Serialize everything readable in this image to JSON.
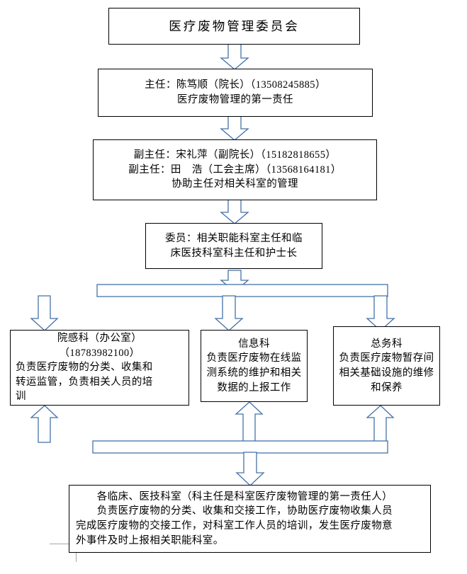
{
  "document": {
    "title": "医疗废物管理委员会组织架构图",
    "accent_color": "#4472a8",
    "box_border_color": "#000000",
    "background_color": "#ffffff"
  },
  "nodes": {
    "committee": {
      "name": "医疗废物管理委员会",
      "lines": [
        "医疗废物管理委员会"
      ]
    },
    "director": {
      "lines": [
        "主任：陈笃顺（院长）（13508245885）",
        "医疗废物管理的第一责任"
      ],
      "role": "主任",
      "person": "陈笃顺",
      "position": "院长",
      "phone": "13508245885"
    },
    "deputy_directors": {
      "lines": [
        "副主任：宋礼萍（副院长）（15182818655）",
        "副主任：田　浩（工会主席）（13568164181）",
        "协助主任对相关科室的管理"
      ],
      "people": [
        {
          "role": "副主任",
          "person": "宋礼萍",
          "position": "副院长",
          "phone": "15182818655"
        },
        {
          "role": "副主任",
          "person": "田　浩",
          "position": "工会主席",
          "phone": "13568164181"
        }
      ],
      "duty": "协助主任对相关科室的管理"
    },
    "members": {
      "lines": [
        "委员：相关职能科室主任和临",
        "床医技科室科主任和护士长"
      ]
    },
    "infection_control": {
      "lines": [
        "院感科（办公室）",
        "（18783982100）",
        "负责医疗废物的分类、收集和",
        "转运监管，负责相关人员的培",
        "训"
      ],
      "department": "院感科（办公室）",
      "phone": "18783982100"
    },
    "information": {
      "lines": [
        "信息科",
        "负责医疗废物在线监",
        "测系统的维护和相关",
        "数据的上报工作"
      ],
      "department": "信息科"
    },
    "general_affairs": {
      "lines": [
        "总务科",
        "负责医疗废物暂存间",
        "相关基础设施的维修",
        "和保养"
      ],
      "department": "总务科"
    },
    "clinical_departments": {
      "lines": [
        "　　各临床、医技科室（科主任是科室医疗废物管理的第一责任人）",
        "　　负责医疗废物的分类、收集和交接工作，协助医疗废物收集人员",
        "完成医疗废物的交接工作，对科室工作人员的培训，发生医疗废物意",
        "外事件及时上报相关职能科室。"
      ],
      "department": "各临床、医技科室"
    }
  }
}
